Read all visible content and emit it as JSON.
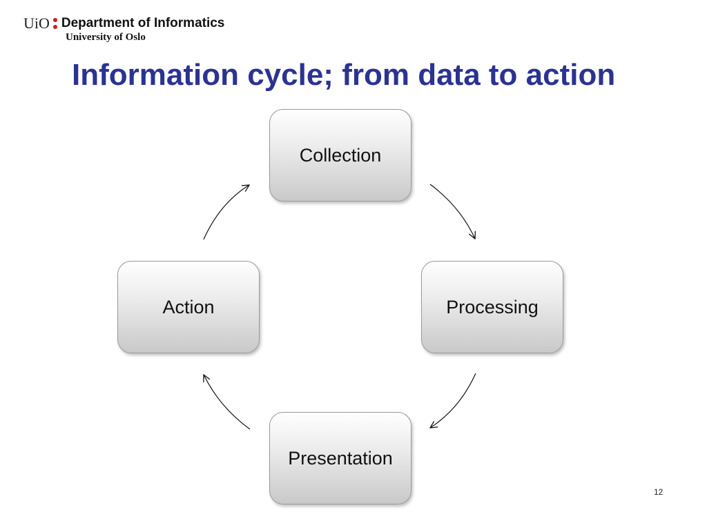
{
  "header": {
    "logo_text": "UiO",
    "department": "Department of Informatics",
    "university": "University of Oslo",
    "colors": {
      "logo_dots": "#cc1e1e"
    }
  },
  "slide": {
    "title": "Information cycle; from data to action",
    "title_color": "#2b3391",
    "page_number": "12"
  },
  "diagram": {
    "nodes": [
      {
        "id": "collection",
        "label": "Collection"
      },
      {
        "id": "processing",
        "label": "Processing"
      },
      {
        "id": "presentation",
        "label": "Presentation"
      },
      {
        "id": "action",
        "label": "Action"
      }
    ],
    "edges": [
      {
        "from": "collection",
        "to": "processing"
      },
      {
        "from": "processing",
        "to": "presentation"
      },
      {
        "from": "presentation",
        "to": "action"
      },
      {
        "from": "action",
        "to": "collection"
      }
    ]
  }
}
